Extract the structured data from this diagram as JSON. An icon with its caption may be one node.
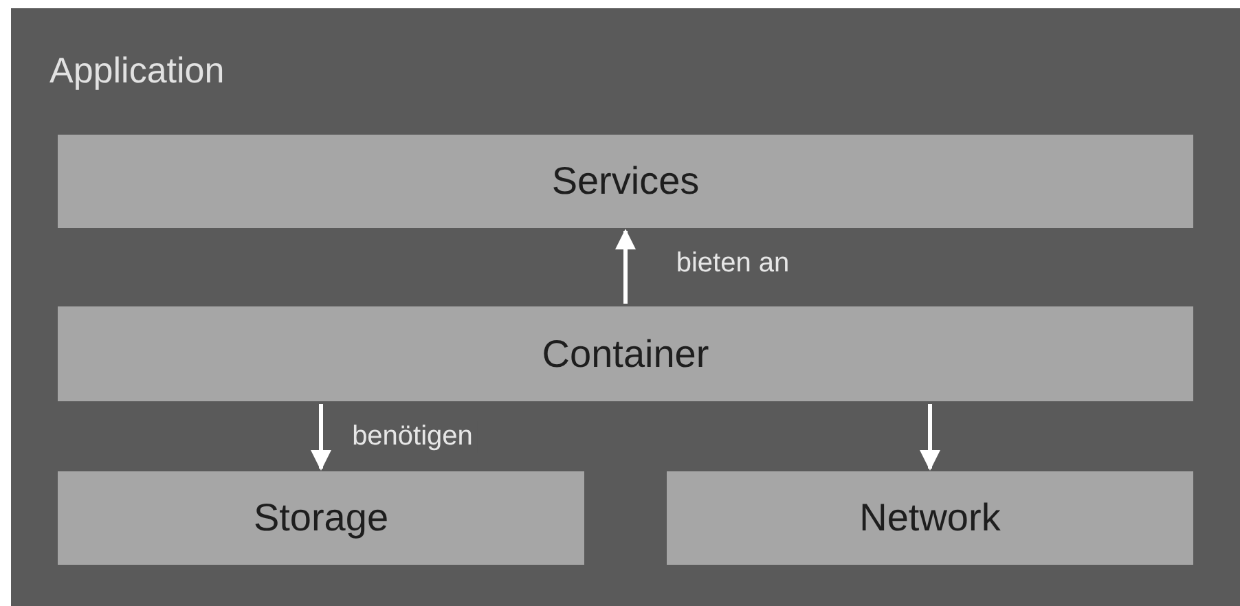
{
  "diagram": {
    "nodes": [
      {
        "text": [
          "Application"
        ]
      },
      {
        "text": [
          "Services"
        ],
        "in": 0
      },
      {
        "text": [
          "Container"
        ],
        "in": 0
      },
      {
        "text": [
          "Storage"
        ],
        "in": 0
      },
      {
        "text": [
          "Network"
        ],
        "in": 0
      }
    ],
    "edges": [
      {
        "from": 2,
        "to": 1,
        "arrow": "to",
        "label": "bieten an"
      },
      {
        "from": 2,
        "to": 3,
        "arrow": "to",
        "label": "benötigen"
      },
      {
        "from": 2,
        "to": 4,
        "arrow": "to"
      }
    ]
  }
}
